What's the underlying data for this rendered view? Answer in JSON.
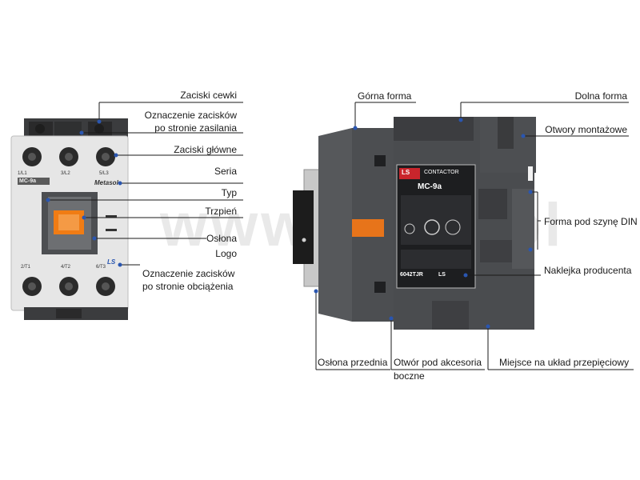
{
  "watermark": "www.elsta.pl",
  "front_view": {
    "brand": "LS",
    "series": "Metasol",
    "model": "MC-9a",
    "terminals_top": [
      "1/L1",
      "3/L2",
      "5/L3"
    ],
    "terminals_bottom": [
      "2/T1",
      "4/T2",
      "6/T3"
    ],
    "labels": {
      "coil_terminals": "Zaciski cewki",
      "supply_marking_1": "Oznaczenie zacisków",
      "supply_marking_2": "po stronie zasilania",
      "main_terminals": "Zaciski główne",
      "series": "Seria",
      "type": "Typ",
      "plunger": "Trzpień",
      "cover": "Osłona",
      "logo": "Logo",
      "load_marking_1": "Oznaczenie zacisków",
      "load_marking_2": "po stronie obciążenia"
    }
  },
  "side_view": {
    "sticker_brand": "LS",
    "sticker_title": "CONTACTOR",
    "sticker_model": "MC-9a",
    "sticker_code": "6042TJR",
    "labels": {
      "upper_mould": "Górna forma",
      "lower_mould": "Dolna forma",
      "mounting_holes": "Otwory montażowe",
      "din_rail": "Forma pod szynę DIN",
      "maker_sticker": "Naklejka producenta",
      "surge_place": "Miejsce na układ przepięciowy",
      "front_cover": "Osłona przednia",
      "side_hole_1": "Otwór pod akcesoria",
      "side_hole_2": "boczne"
    }
  },
  "colors": {
    "body": "#5a5c5f",
    "face": "#e4e4e4",
    "plunger": "#f07c14",
    "leader": "#2a56b0"
  }
}
